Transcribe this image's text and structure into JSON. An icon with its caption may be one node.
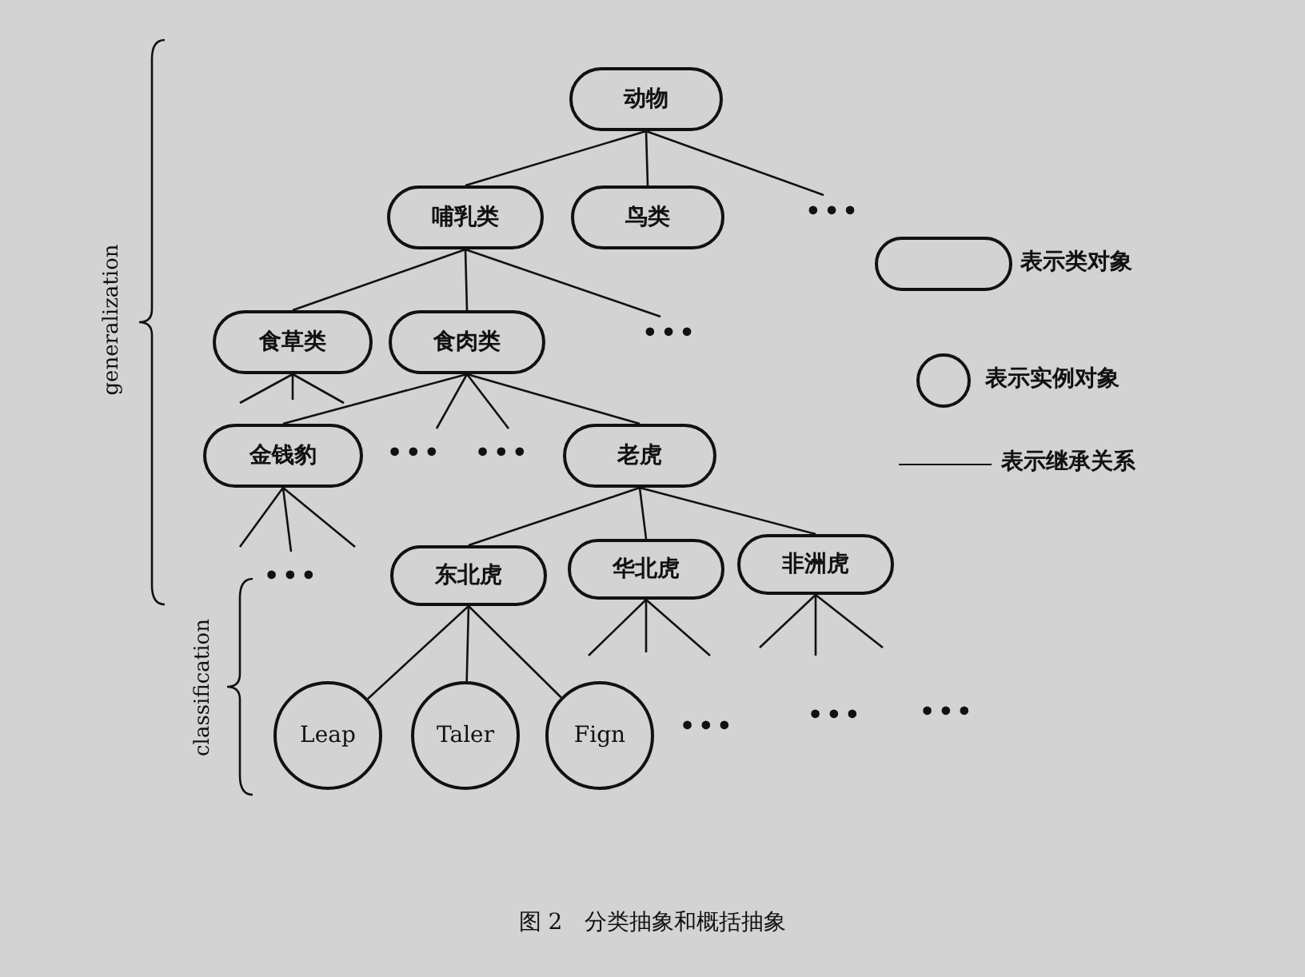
{
  "diagram": {
    "caption": "图 2　分类抽象和概括抽象",
    "nodes": [
      {
        "text": [
          "动物"
        ]
      },
      {
        "text": [
          "哺乳类"
        ]
      },
      {
        "text": [
          "鸟类"
        ]
      },
      {
        "text": [
          "•••"
        ]
      },
      {
        "text": [
          "食草类"
        ]
      },
      {
        "text": [
          "食肉类"
        ]
      },
      {
        "text": [
          "•••"
        ]
      },
      {
        "text": [
          "金钱豹"
        ]
      },
      {
        "text": [
          "老虎"
        ]
      },
      {
        "text": [
          "东北虎"
        ]
      },
      {
        "text": [
          "华北虎"
        ]
      },
      {
        "text": [
          "非洲虎"
        ]
      },
      {
        "text": [
          "Leap"
        ]
      },
      {
        "text": [
          "Taler"
        ]
      },
      {
        "text": [
          "Fign"
        ]
      }
    ],
    "edges": [
      {
        "from": 0,
        "to": 1,
        "arrow": "none"
      },
      {
        "from": 0,
        "to": 2,
        "arrow": "none"
      },
      {
        "from": 0,
        "to": 3,
        "arrow": "none"
      },
      {
        "from": 1,
        "to": 4,
        "arrow": "none"
      },
      {
        "from": 1,
        "to": 5,
        "arrow": "none"
      },
      {
        "from": 1,
        "to": 6,
        "arrow": "none"
      },
      {
        "from": 4,
        "to": null,
        "arrow": "none"
      },
      {
        "from": 4,
        "to": null,
        "arrow": "none"
      },
      {
        "from": 4,
        "to": null,
        "arrow": "none"
      },
      {
        "from": 5,
        "to": 7,
        "arrow": "none"
      },
      {
        "from": 5,
        "to": null,
        "arrow": "none"
      },
      {
        "from": 5,
        "to": null,
        "arrow": "none"
      },
      {
        "from": 5,
        "to": 8,
        "arrow": "none"
      },
      {
        "from": 7,
        "to": null,
        "arrow": "none"
      },
      {
        "from": 7,
        "to": null,
        "arrow": "none"
      },
      {
        "from": 7,
        "to": null,
        "arrow": "none"
      },
      {
        "from": 8,
        "to": 9,
        "arrow": "none"
      },
      {
        "from": 8,
        "to": 10,
        "arrow": "none"
      },
      {
        "from": 8,
        "to": 11,
        "arrow": "none"
      },
      {
        "from": 9,
        "to": 12,
        "arrow": "none"
      },
      {
        "from": 9,
        "to": 13,
        "arrow": "none"
      },
      {
        "from": 9,
        "to": 14,
        "arrow": "none"
      },
      {
        "from": 10,
        "to": null,
        "arrow": "none"
      },
      {
        "from": 10,
        "to": null,
        "arrow": "none"
      },
      {
        "from": 10,
        "to": null,
        "arrow": "none"
      },
      {
        "from": 11,
        "to": null,
        "arrow": "none"
      },
      {
        "from": 11,
        "to": null,
        "arrow": "none"
      },
      {
        "from": 11,
        "to": null,
        "arrow": "none"
      }
    ],
    "labels": [
      "generalization",
      "classification",
      "•••",
      "•••",
      "•••",
      "•••",
      "•••",
      "•••"
    ],
    "legend": [
      {
        "text": "表示类对象"
      },
      {
        "text": "表示实例对象"
      },
      {
        "text": "表示继承关系"
      }
    ]
  }
}
